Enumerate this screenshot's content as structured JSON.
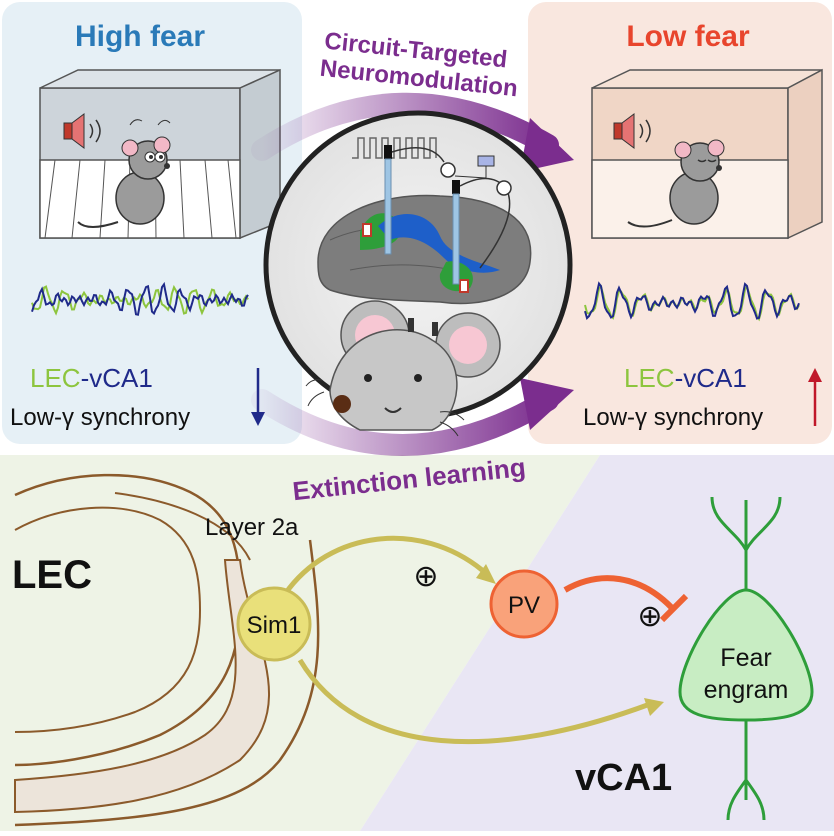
{
  "top_left": {
    "title": "High fear",
    "title_color": "#2a7ab8"
  },
  "top_right": {
    "title": "Low fear",
    "title_color": "#e8452d"
  },
  "arrow_top_label": {
    "line1": "Circuit-Targeted",
    "line2": "Neuromodulation"
  },
  "arrow_bottom_label": "Extinction learning",
  "sync_left": {
    "region_a": "LEC",
    "dash": "-",
    "region_b": "vCA1",
    "caption": "Low-γ synchrony",
    "trend": "decrease"
  },
  "sync_right": {
    "region_a": "LEC",
    "dash": "-",
    "region_b": "vCA1",
    "caption": "Low-γ synchrony",
    "trend": "increase"
  },
  "circuit": {
    "lec_label": "LEC",
    "layer_label": "Layer 2a",
    "sim1_label": "Sim1",
    "pv_label": "PV",
    "plus_symbol": "⊕",
    "engram_line1": "Fear",
    "engram_line2": "engram",
    "vca1_label": "vCA1"
  },
  "colors": {
    "lec_green": "#8dc53e",
    "vca1_navy": "#1f2a8a",
    "arrow_purple": "#7b2d8e",
    "excitatory_olive": "#c9bc57",
    "inhibitory_orange": "#ee6233",
    "engram_green": "#2e9e3a"
  }
}
